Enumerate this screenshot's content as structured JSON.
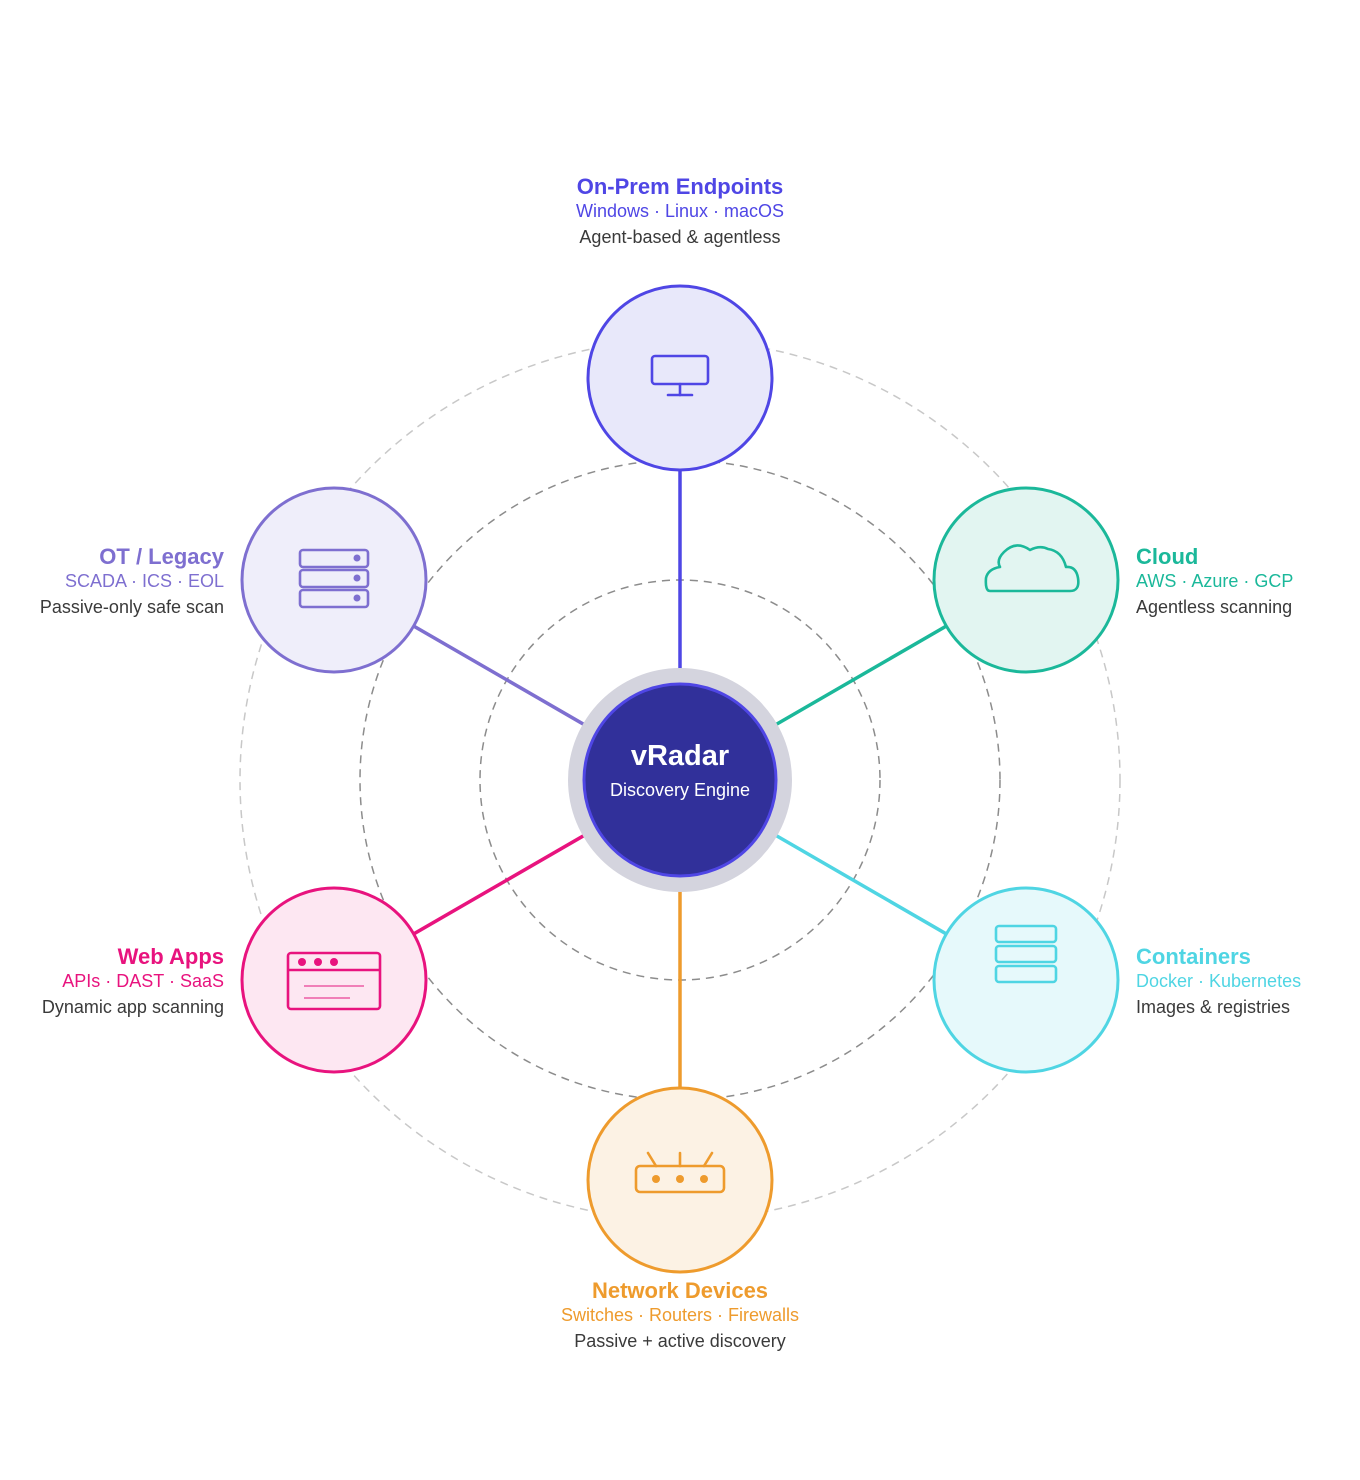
{
  "hub": {
    "title": "vRadar",
    "subtitle": "Discovery Engine"
  },
  "nodes": {
    "onprem": {
      "title": "On-Prem Endpoints",
      "subtitle": "Windows · Linux · macOS",
      "description": "Agent-based & agentless",
      "icon": "monitor-icon",
      "color": "#4f46e5",
      "fill": "#e8e8fa"
    },
    "cloud": {
      "title": "Cloud",
      "subtitle": "AWS · Azure · GCP",
      "description": "Agentless scanning",
      "icon": "cloud-icon",
      "color": "#1bb89a",
      "fill": "#e2f5f1"
    },
    "containers": {
      "title": "Containers",
      "subtitle": "Docker · Kubernetes",
      "description": "Images & registries",
      "icon": "container-stack-icon",
      "color": "#4fd5e3",
      "fill": "#e6f9fb"
    },
    "network": {
      "title": "Network Devices",
      "subtitle": "Switches · Routers · Firewalls",
      "description": "Passive + active discovery",
      "icon": "router-icon",
      "color": "#ee9b2d",
      "fill": "#fcf2e4"
    },
    "webapps": {
      "title": "Web Apps",
      "subtitle": "APIs · DAST · SaaS",
      "description": "Dynamic app scanning",
      "icon": "browser-window-icon",
      "color": "#e8137e",
      "fill": "#fde7f2"
    },
    "ot": {
      "title": "OT / Legacy",
      "subtitle": "SCADA · ICS · EOL",
      "description": "Passive-only safe scan",
      "icon": "server-rack-icon",
      "color": "#7e6fd0",
      "fill": "#efeefa"
    }
  },
  "colors": {
    "hub_fill": "#31309a",
    "hub_stroke": "#4f46e5",
    "hub_halo": "#d4d4de",
    "ring_inner": "#8c8c8c",
    "ring_outer": "#c8c8c8"
  }
}
